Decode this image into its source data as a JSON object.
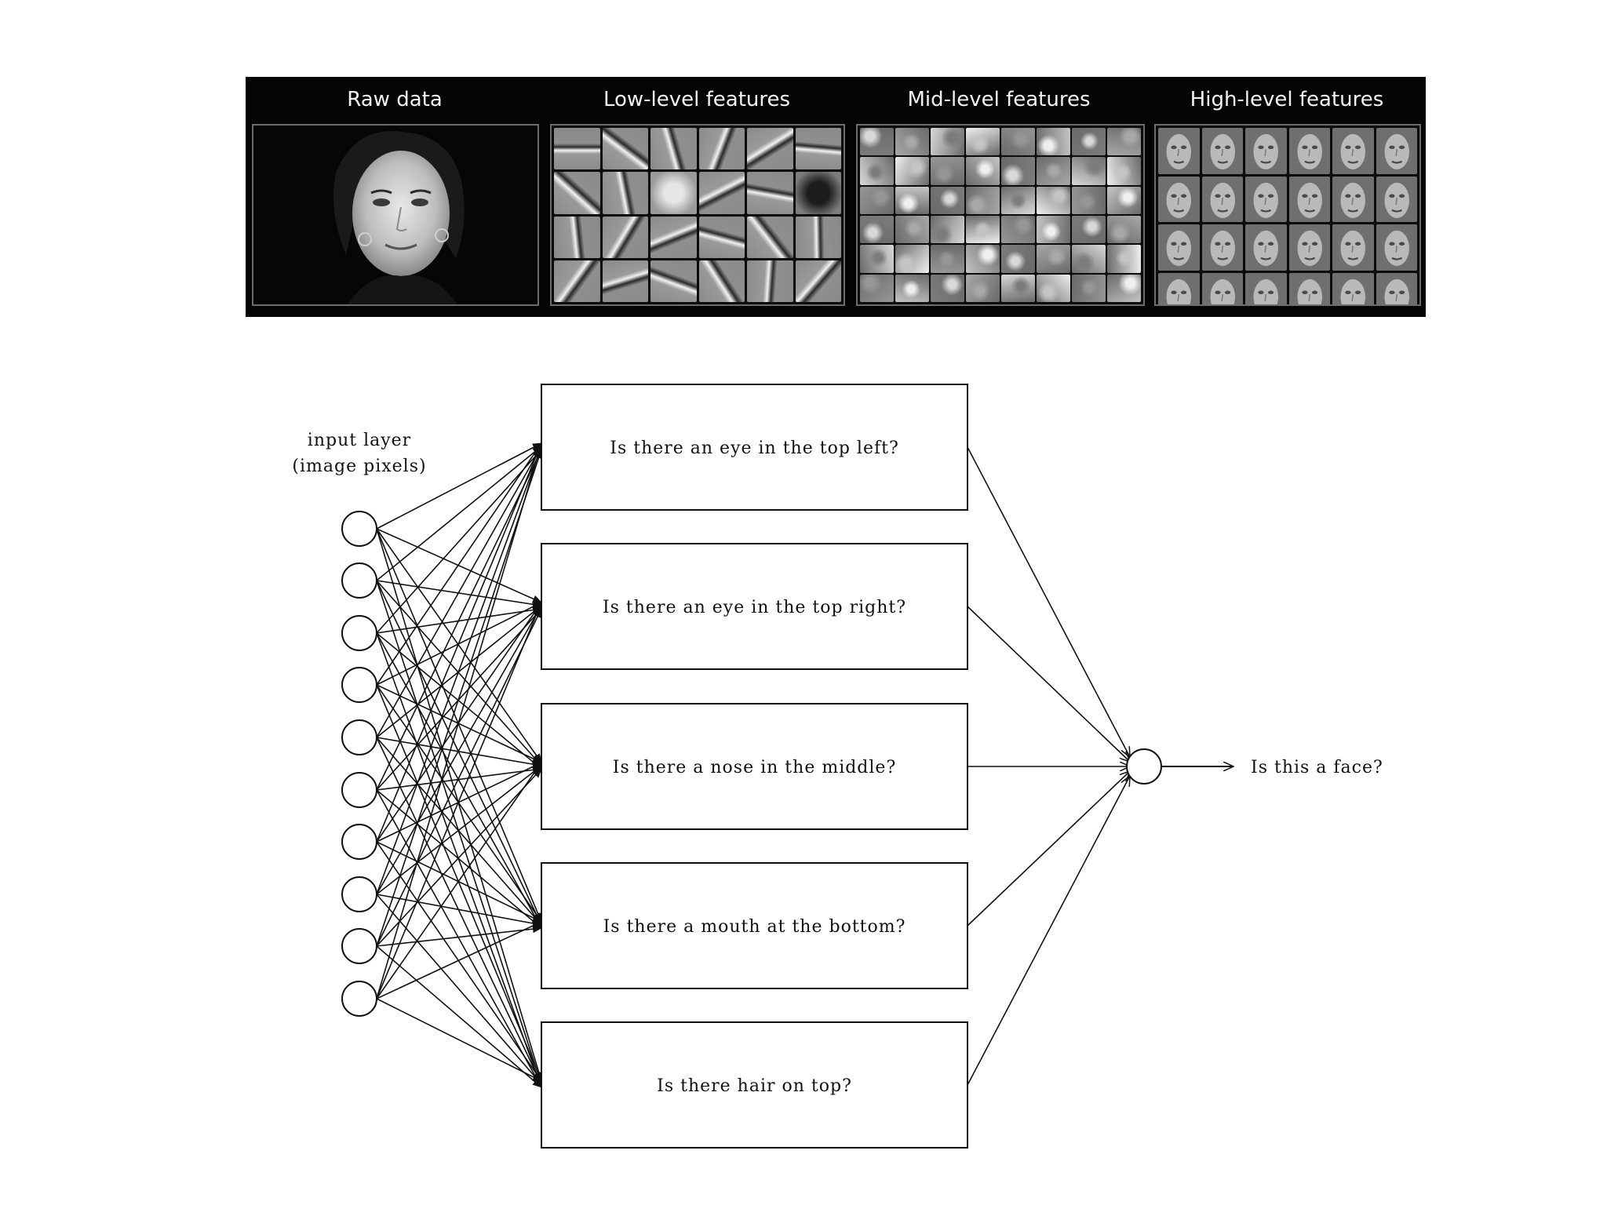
{
  "feature_panel": {
    "titles": {
      "raw": "Raw data",
      "low": "Low-level features",
      "mid": "Mid-level features",
      "high": "High-level features"
    }
  },
  "network": {
    "input_label_line1": "input layer",
    "input_label_line2": "(image pixels)",
    "questions": [
      "Is there an eye in the top left?",
      "Is there an eye in the top right?",
      "Is there a nose in the middle?",
      "Is there a mouth at the bottom?",
      "Is there hair on top?"
    ],
    "output_label": "Is this a face?"
  }
}
